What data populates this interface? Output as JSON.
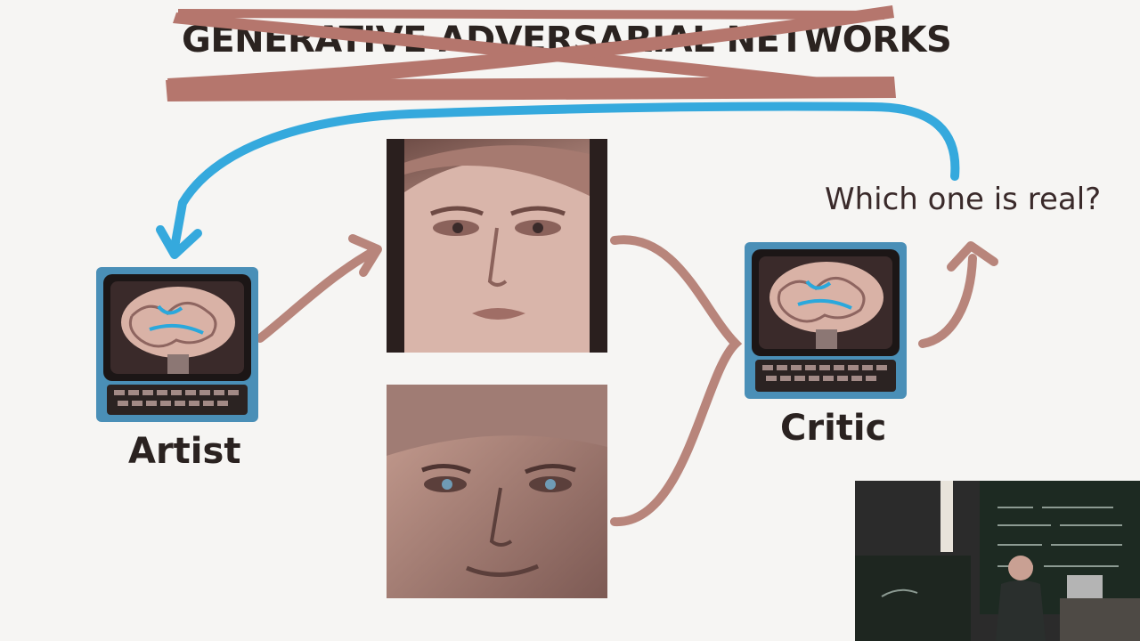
{
  "slide": {
    "title": "GENERATIVE ADVERSARIAL NETWORKS",
    "question": "Which one is real?",
    "artist_label": "Artist",
    "critic_label": "Critic"
  },
  "images": {
    "artist_icon": "brain-computer-icon",
    "critic_icon": "brain-computer-icon",
    "generated_face": "generated-face-image",
    "real_face": "real-face-image",
    "lecturer_video": "lecturer-video-inset"
  },
  "colors": {
    "background": "#f6f5f3",
    "strike": "#b5766d",
    "arrow_feedback": "#35a9dd",
    "arrow_flow": "#b8857b",
    "text": "#2a2220"
  }
}
